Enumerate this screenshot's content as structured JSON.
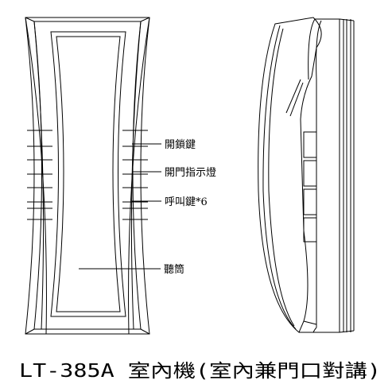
{
  "labels": {
    "unlock_key": "開鎖鍵",
    "door_indicator": "開門指示燈",
    "call_keys": "呼叫鍵*6",
    "handset": "聽筒"
  },
  "caption": "LT-385A 室內機(室內兼門口對講)"
}
